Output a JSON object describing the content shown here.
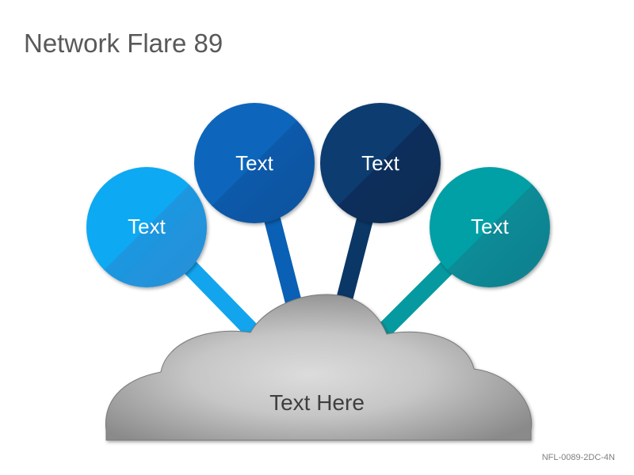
{
  "title": "Network Flare 89",
  "code": "NFL-0089-2DC-4N",
  "cloud": {
    "label": "Text Here"
  },
  "nodes": [
    {
      "label": "Text",
      "color": "#12a5ee"
    },
    {
      "label": "Text",
      "color": "#0a60b4"
    },
    {
      "label": "Text",
      "color": "#0b3766"
    },
    {
      "label": "Text",
      "color": "#069aa0"
    }
  ]
}
